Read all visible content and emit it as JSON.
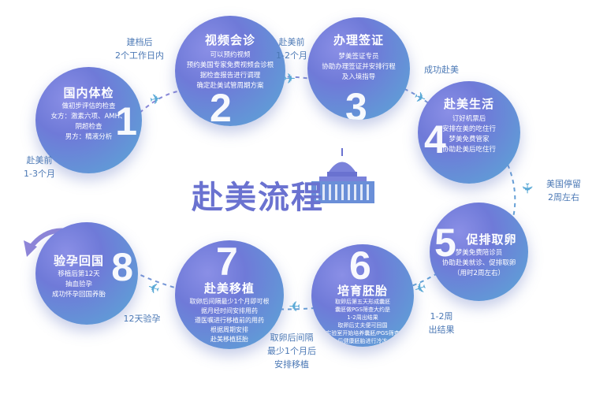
{
  "main_title": "赴美流程",
  "steps": [
    {
      "num": "1",
      "title": "国内体检",
      "lines": [
        "做初步评估的检查",
        "女方：激素六项、AMH、",
        "阴超检查",
        "男方：精液分析"
      ]
    },
    {
      "num": "2",
      "title": "视频会诊",
      "lines": [
        "可以预约视频",
        "预约美国专家免费视频会诊根",
        "据检查报告进行调理",
        "确定赴美试管周期方案"
      ]
    },
    {
      "num": "3",
      "title": "办理签证",
      "lines": [
        "梦美签证专员",
        "协助办理签证并安排行程",
        "及入境指导"
      ]
    },
    {
      "num": "4",
      "title": "赴美生活",
      "lines": [
        "订好机票后",
        "安排在美的吃住行",
        "梦美免费管家",
        "协助赴美后吃住行"
      ]
    },
    {
      "num": "5",
      "title": "促排取卵",
      "lines": [
        "梦美免费陪诊员",
        "协助赴美就诊、促排取卵",
        "（用时2周左右）"
      ]
    },
    {
      "num": "6",
      "title": "培育胚胎",
      "lines": [
        "取卵后第五天形成囊胚",
        "囊胚做PGS筛查大约是",
        "1-2周出结果",
        "取卵后丈夫便可回国",
        "实验室开始培养囊胚/PGS筛查",
        "后健康胚胎进行冷冻"
      ]
    },
    {
      "num": "7",
      "title": "赴美移植",
      "lines": [
        "取卵后间隔最少1个月即可根",
        "据月经时间安排用药",
        "遵医嘱进行移植前的用药",
        "根据周期安排",
        "赴美移植胚胎"
      ]
    },
    {
      "num": "8",
      "title": "验孕回国",
      "lines": [
        "移植后第12天",
        "抽血验孕",
        "成功怀孕回国养胎"
      ]
    }
  ],
  "connectors": {
    "c12": [
      "建档后",
      "2个工作日内"
    ],
    "c23": [
      "赴美前",
      "1-2个月"
    ],
    "c34": [
      "成功赴美"
    ],
    "c45": [
      "美国停留",
      "2周左右"
    ],
    "c56": [
      "1-2周",
      "出结果"
    ],
    "c67": [
      "取卵后间隔",
      "最少1个月后",
      "安排移植"
    ],
    "c78": [
      "12天验孕"
    ],
    "c01": [
      "赴美前",
      "1-3个月"
    ]
  },
  "icons": {
    "plane": "airplane-icon",
    "capitol": "capitol-building-icon",
    "arrow": "curved-arrow-icon"
  },
  "colors": {
    "circle_start": "#8a8fe6",
    "circle_end": "#5aa9d6",
    "text_blue": "#4b78b5",
    "title_purple": "#6a72d0"
  }
}
